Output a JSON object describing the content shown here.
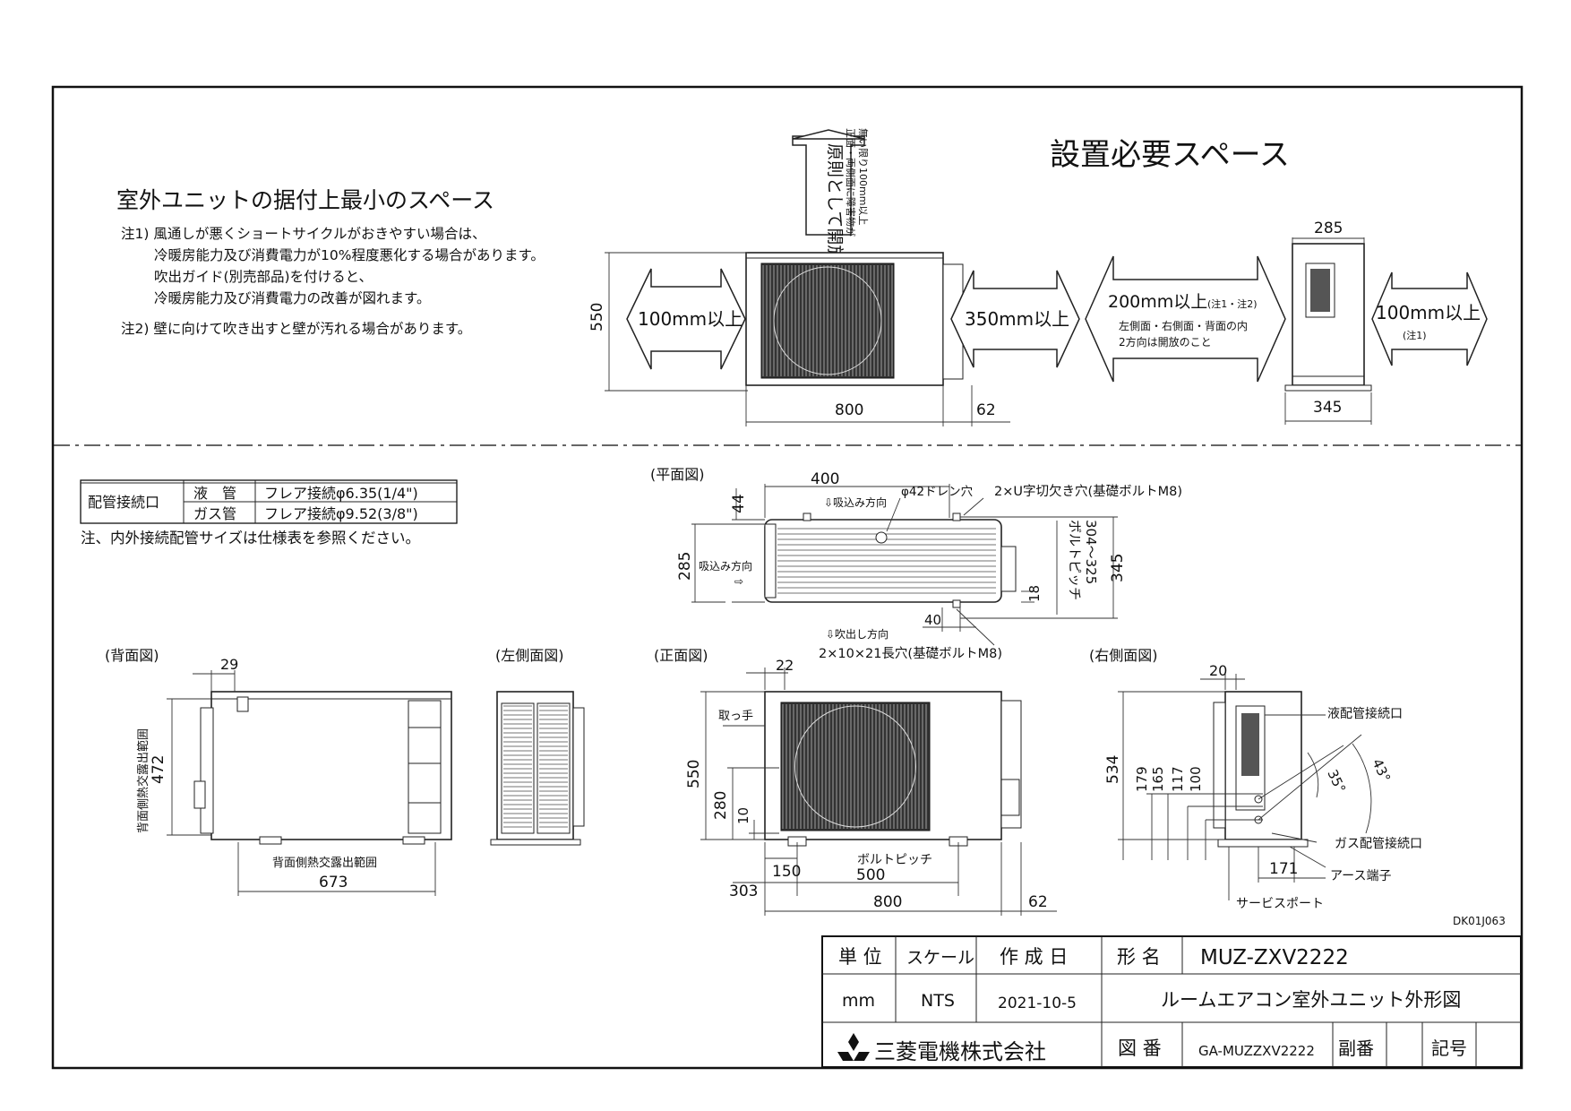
{
  "space": {
    "title": "設置必要スペース",
    "min_title": "室外ユニットの据付上最小のスペース",
    "notes": [
      "注1) 風通しが悪くショートサイクルがおきやすい場合は、",
      "冷暖房能力及び消費電力が10%程度悪化する場合があります。",
      "吹出ガイド(別売部品)を付けると、",
      "冷暖房能力及び消費電力の改善が図れます。",
      "注2) 壁に向けて吹き出すと壁が汚れる場合があります。"
    ],
    "top_arrow_main": "原則として開放",
    "top_arrow_sub1": "正面・両側面に障害物が",
    "top_arrow_sub2": "無い限り100mm以上",
    "left_arrow": "100mm以上",
    "right_arrow": "350mm以上",
    "rear_arrow": "200mm以上",
    "rear_arrow_note": "(注1・注2)",
    "rear_desc1": "左側面・右側面・背面の内",
    "rear_desc2": "2方向は開放のこと",
    "side_arrow": "100mm以上",
    "side_arrow_note": "(注1)",
    "dim_550": "550",
    "dim_800": "800",
    "dim_62": "62",
    "dim_285": "285",
    "dim_345": "345"
  },
  "pipe_table": {
    "header": "配管接続口",
    "rows": [
      {
        "type": "液　管",
        "spec": "フレア接続φ6.35(1/4\")"
      },
      {
        "type": "ガス管",
        "spec": "フレア接続φ9.52(3/8\")"
      }
    ],
    "note": "注、内外接続配管サイズは仕様表を参照ください。"
  },
  "views": {
    "plan": "(平面図)",
    "back": "(背面図)",
    "left": "(左側面図)",
    "front": "(正面図)",
    "right": "(右側面図)"
  },
  "plan": {
    "d400": "400",
    "d44": "44",
    "d285": "285",
    "d345": "345",
    "d18": "18",
    "d40": "40",
    "drain": "φ42ドレン穴",
    "ucut": "2×U字切欠き穴(基礎ボルトM8)",
    "intake_top": "⇩吸込み方向",
    "intake_left": "吸込み方向",
    "intake_arrow": "⇨",
    "outlet": "⇩吹出し方向",
    "long_hole": "2×10×21長穴(基礎ボルトM8)",
    "bolt_pitch1": "ボルトピッチ",
    "bolt_pitch2": "304～325"
  },
  "back": {
    "d29": "29",
    "d472": "472",
    "d673": "673",
    "range_v": "背面側熱交露出範囲",
    "range_h": "背面側熱交露出範囲"
  },
  "front": {
    "d22": "22",
    "d550": "550",
    "d280": "280",
    "d10": "10",
    "d150": "150",
    "d303": "303",
    "d500": "500",
    "d800": "800",
    "d62": "62",
    "handle": "取っ手",
    "bolt_pitch": "ボルトピッチ"
  },
  "right": {
    "d20": "20",
    "d534": "534",
    "d179": "179",
    "d165": "165",
    "d117": "117",
    "d100": "100",
    "d171": "171",
    "a35": "35°",
    "a43": "43°",
    "liquid_port": "液配管接続口",
    "gas_port": "ガス配管接続口",
    "earth": "アース端子",
    "service": "サービスポート"
  },
  "title_block": {
    "doc_code": "DK01J063",
    "unit_label": "単 位",
    "scale_label": "スケール",
    "date_label": "作 成 日",
    "model_label": "形 名",
    "model": "MUZ-ZXV2222",
    "unit": "mm",
    "scale": "NTS",
    "date": "2021-10-5",
    "title": "ルームエアコン室外ユニット外形図",
    "company": "三菱電機株式会社",
    "drawing_no_label": "図 番",
    "drawing_no": "GA-MUZZXV2222",
    "sub_no_label": "副番",
    "mark_label": "記号"
  }
}
